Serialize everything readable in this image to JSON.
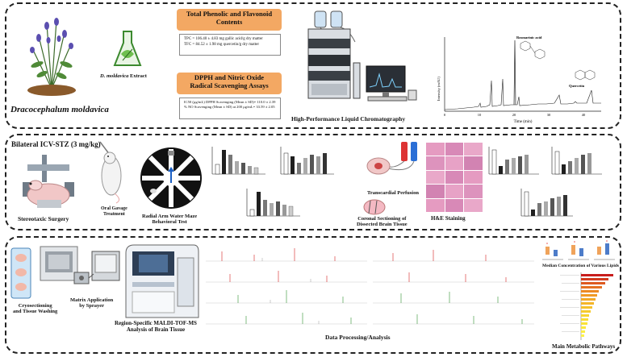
{
  "panel1": {
    "plant_name": "Dracocephalum moldavica",
    "extract_label_italic": "D. moldavica",
    "extract_label_rest": " Extract",
    "box1_title_line1": "Total Phenolic and Flavonoid",
    "box1_title_line2": "Contents",
    "tpc_line": "TPC = 106.40 ± 4.83  mg gallic acid/g dry matter",
    "tfc_line": "TFC = 84.52  ± 1.98  mg quercetin/g dry matter",
    "box2_title_line1": "DPPH and Nitric Oxide",
    "box2_title_line2": "Radical Scavenging Assays",
    "ic50_line": "IC50 (μg/mL) DPPH Scavenging (Mean ± SD)= 110.0 ± 2.39",
    "no_line": "% NO Scavenging (Mean ± SD) at 200 μg/mL= 33.59 ± 2.05",
    "hplc_label": "High-Performance Liquid Chromatography",
    "chromatogram": {
      "ylabel": "Intensity (mAU)",
      "xlabel": "Time (min)",
      "peak1_label": "Rosmarinic acid",
      "peak2_label": "Quercetin",
      "x_ticks": [
        "0",
        "10",
        "20",
        "30",
        "40"
      ]
    }
  },
  "panel2": {
    "model_label": "Bilateral ICV-STZ (3 mg/kg)",
    "stereotaxic_label": "Stereotaxic Surgery",
    "gavage_line1": "Oral Gavage",
    "gavage_line2": "Treatment",
    "maze_line1": "Radial Arm Water Maze",
    "maze_line2": "Behavioral Test",
    "perfusion_label": "Transcardial Perfusion",
    "coronal_line1": "Coronal Sectioning of",
    "coronal_line2": "Dissected Brain Tissue",
    "he_label": "H&E Staining"
  },
  "panel3": {
    "cryo_line1": "Cryosectioning",
    "cryo_line2": "and Tissue Washing",
    "matrix_line1": "Matrix Application",
    "matrix_line2": "by Sprayer",
    "maldi_line1": "Region-Specific MALDI-TOF-MS",
    "maldi_line2": "Analysis of Brain Tissue",
    "processing_label": "Data Processing/Analysis",
    "lipids_label": "Median Concentration of Various Lipids",
    "pathways_label": "Main Metabolic Pathways"
  },
  "colors": {
    "accent_orange": "#f3a863",
    "border": "#222222",
    "bar_dark": "#1f1f1f",
    "spectrum_red": "#d62020",
    "spectrum_green": "#2f8f2f"
  }
}
